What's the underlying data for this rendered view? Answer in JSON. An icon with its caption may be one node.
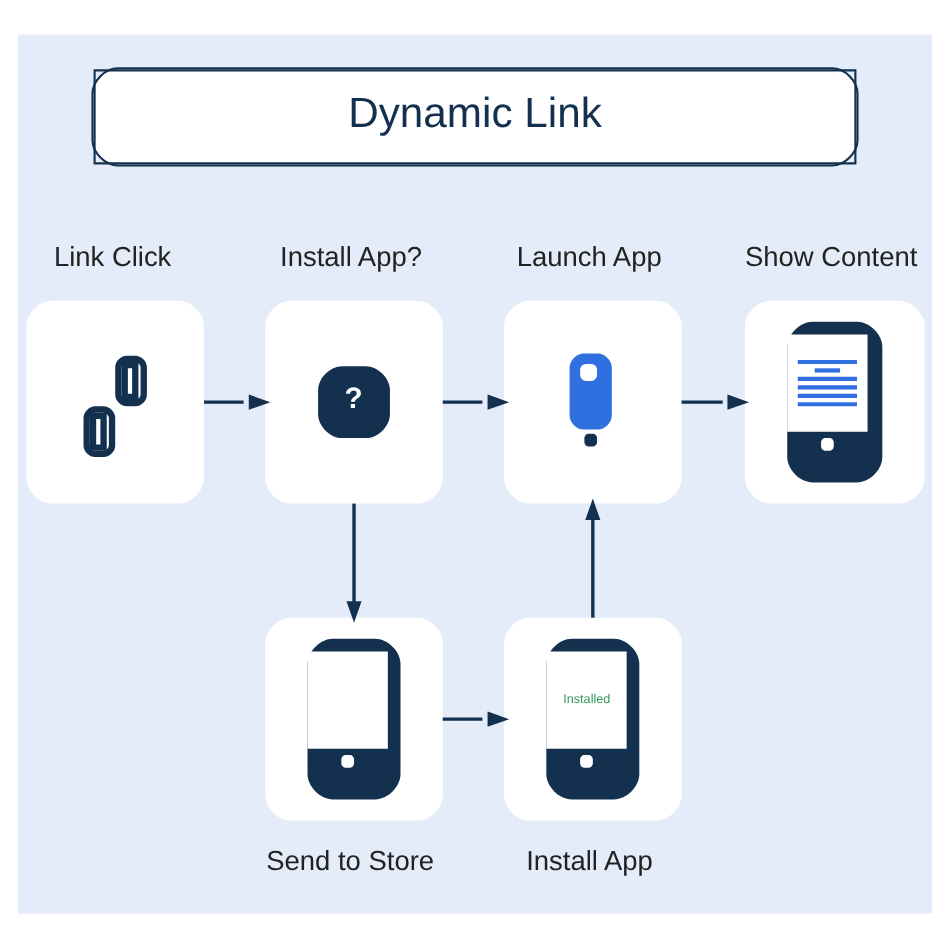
{
  "diagram": {
    "title": "Dynamic Link",
    "nodes": [
      {
        "text": [
          "Link Click"
        ]
      },
      {
        "text": [
          "Install App?",
          "?"
        ]
      },
      {
        "text": [
          "Launch App"
        ]
      },
      {
        "text": [
          "Show Content"
        ]
      },
      {
        "text": [
          "Send to Store"
        ]
      },
      {
        "text": [
          "Installed",
          "Install App"
        ]
      }
    ],
    "edges": [
      {
        "from": 0,
        "to": 1,
        "arrow": "to"
      },
      {
        "from": 1,
        "to": 2,
        "arrow": "to"
      },
      {
        "from": 2,
        "to": 3,
        "arrow": "to"
      },
      {
        "from": 1,
        "to": 4,
        "arrow": "to"
      },
      {
        "from": 4,
        "to": 5,
        "arrow": "to"
      },
      {
        "from": 5,
        "to": 2,
        "arrow": "to"
      }
    ]
  }
}
